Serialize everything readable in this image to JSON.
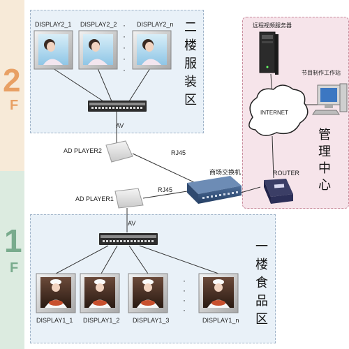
{
  "floor2": {
    "num": "2",
    "f": "F",
    "zone_chars": [
      "二",
      "楼",
      "服",
      "装",
      "区"
    ],
    "displays": [
      "DISPLAY2_1",
      "DISPLAY2_2",
      "DISPLAY2_n"
    ],
    "player": "AD PLAYER2",
    "link_av": "AV",
    "link_rj45": "RJ45"
  },
  "floor1": {
    "num": "1",
    "f": "F",
    "zone_chars": [
      "一",
      "楼",
      "食",
      "品",
      "区"
    ],
    "displays": [
      "DISPLAY1_1",
      "DISPLAY1_2",
      "DISPLAY1_3",
      "DISPLAY1_n"
    ],
    "player": "AD PLAYER1",
    "link_av": "AV",
    "link_rj45": "RJ45"
  },
  "mgmt": {
    "server": "远程视频服务器",
    "workstation": "节目制作工作站",
    "internet": "INTERNET",
    "router": "ROUTER",
    "zone_chars": [
      "管",
      "理",
      "中",
      "心"
    ]
  },
  "switch_label": "商场交换机",
  "dots": "·",
  "colors": {
    "floor2_band": "#f7ead8",
    "floor1_band": "#dcebe0",
    "floor2_accent": "#e8a064",
    "floor1_accent": "#79ab8d",
    "zone_bg": "#e9f1f8",
    "mgmt_bg": "#f6e4ea",
    "mgmt_border": "#c98b9c"
  }
}
